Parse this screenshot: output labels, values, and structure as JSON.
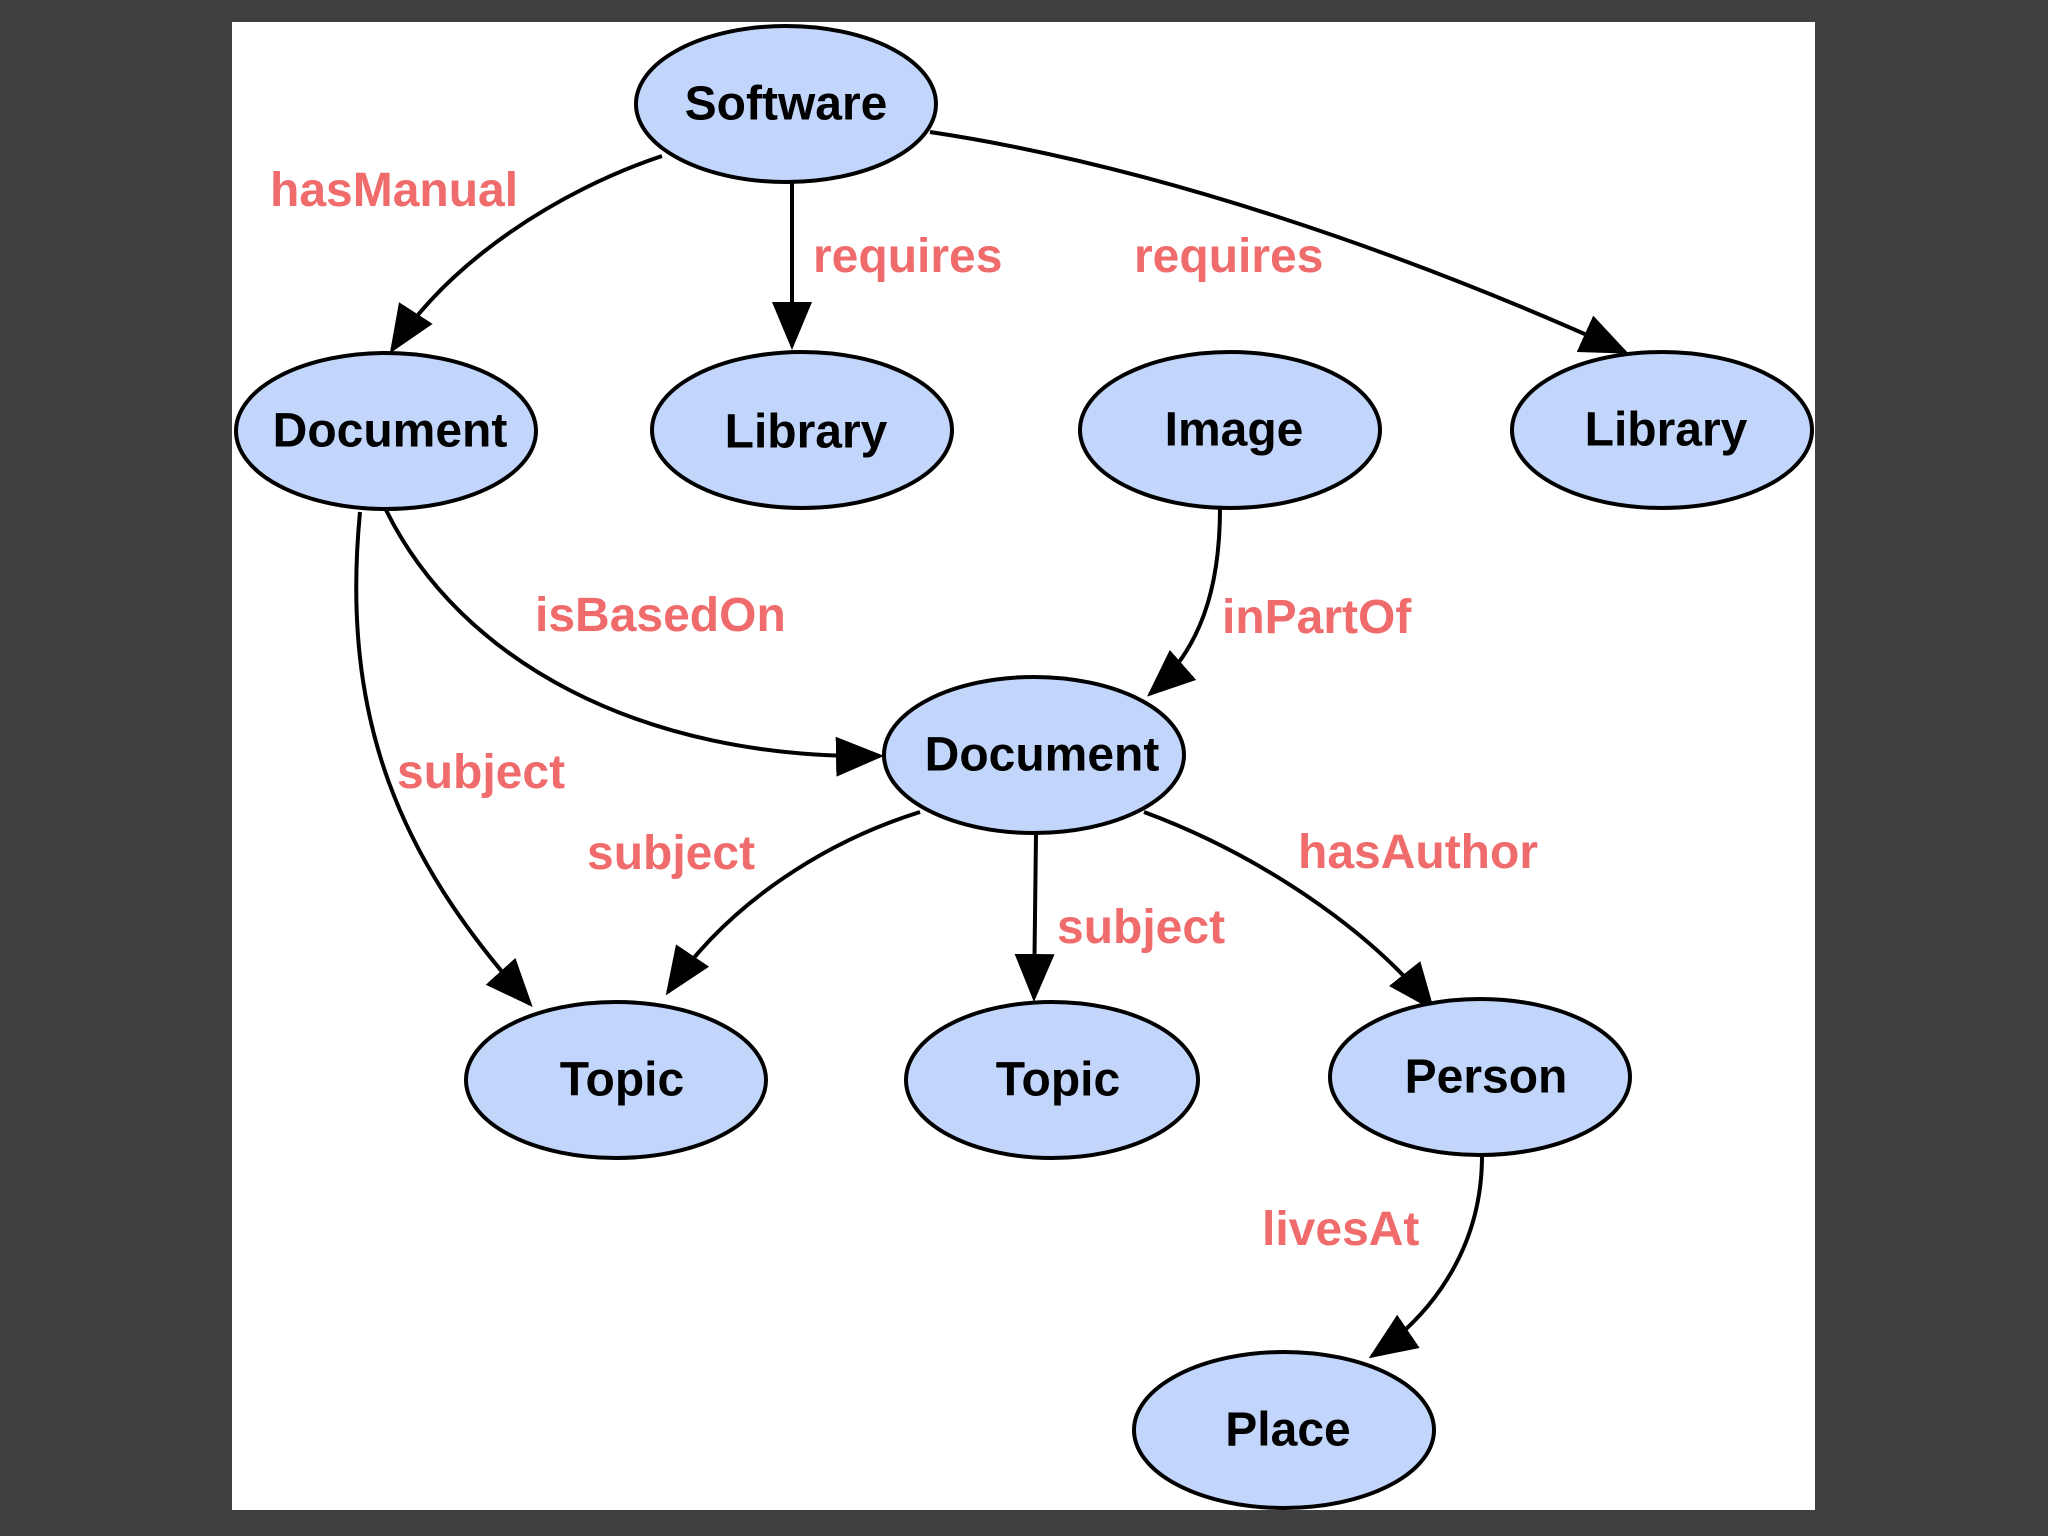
{
  "diagram": {
    "nodes": [
      {
        "id": "software",
        "label": "Software"
      },
      {
        "id": "document1",
        "label": "Document"
      },
      {
        "id": "library1",
        "label": "Library"
      },
      {
        "id": "image",
        "label": "Image"
      },
      {
        "id": "library2",
        "label": "Library"
      },
      {
        "id": "document2",
        "label": "Document"
      },
      {
        "id": "topic1",
        "label": "Topic"
      },
      {
        "id": "topic2",
        "label": "Topic"
      },
      {
        "id": "person",
        "label": "Person"
      },
      {
        "id": "place",
        "label": "Place"
      }
    ],
    "edges": [
      {
        "from": "software",
        "to": "document1",
        "label": "hasManual"
      },
      {
        "from": "software",
        "to": "library1",
        "label": "requires"
      },
      {
        "from": "software",
        "to": "library2",
        "label": "requires"
      },
      {
        "from": "document1",
        "to": "document2",
        "label": "isBasedOn"
      },
      {
        "from": "image",
        "to": "document2",
        "label": "inPartOf"
      },
      {
        "from": "document1",
        "to": "topic1",
        "label": "subject"
      },
      {
        "from": "document2",
        "to": "topic1",
        "label": "subject"
      },
      {
        "from": "document2",
        "to": "topic2",
        "label": "subject"
      },
      {
        "from": "document2",
        "to": "person",
        "label": "hasAuthor"
      },
      {
        "from": "person",
        "to": "place",
        "label": "livesAt"
      }
    ]
  }
}
